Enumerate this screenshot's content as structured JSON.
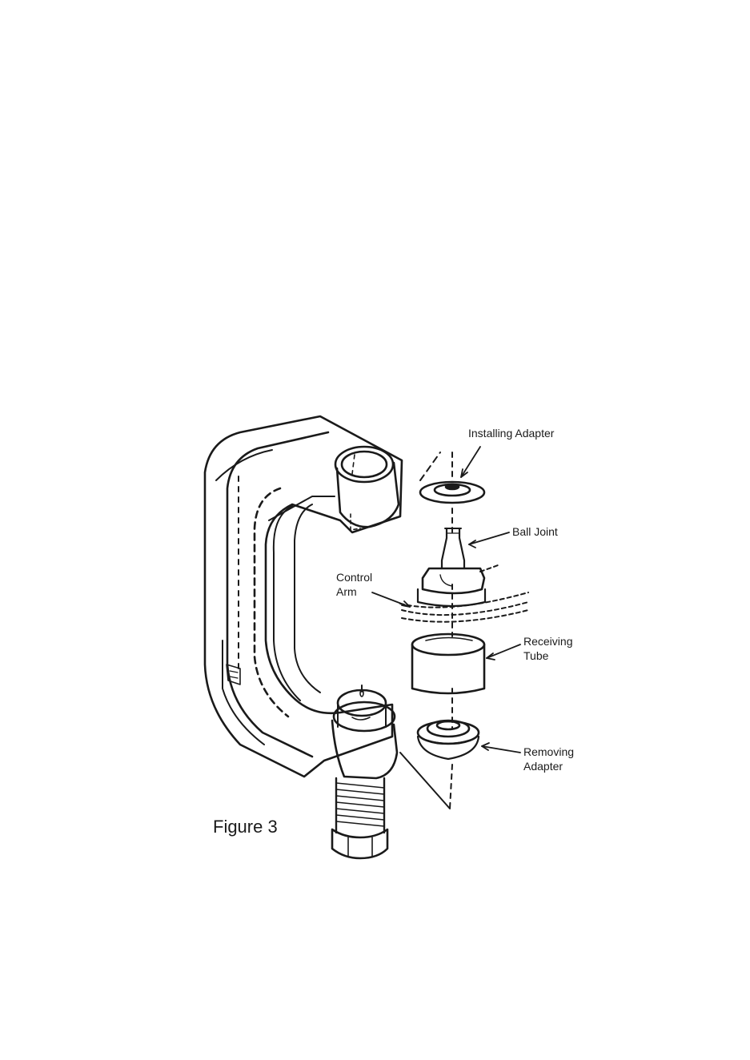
{
  "figure": {
    "caption": "Figure 3",
    "labels": {
      "installing_adapter": "Installing Adapter",
      "ball_joint": "Ball Joint",
      "control_arm_line1": "Control",
      "control_arm_line2": "Arm",
      "receiving_tube_line1": "Receiving",
      "receiving_tube_line2": "Tube",
      "removing_adapter_line1": "Removing",
      "removing_adapter_line2": "Adapter"
    }
  }
}
